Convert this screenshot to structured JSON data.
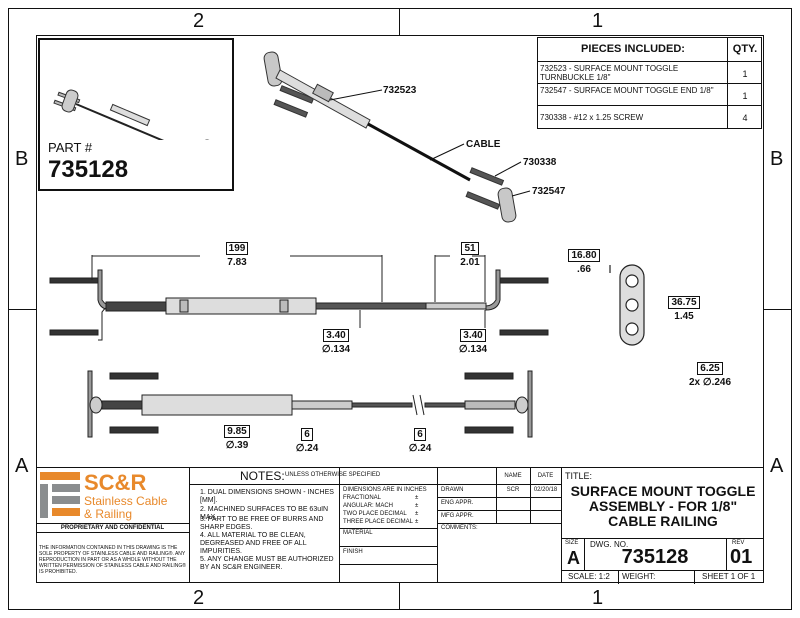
{
  "zones": {
    "top_left": "2",
    "top_right": "1",
    "left_upper": "B",
    "left_lower": "A",
    "right_upper": "B",
    "right_lower": "A",
    "bottom_left": "2",
    "bottom_right": "1"
  },
  "part_box": {
    "label": "PART #",
    "number": "735128"
  },
  "pieces": {
    "header_title": "PIECES INCLUDED:",
    "header_qty": "QTY.",
    "rows": [
      {
        "desc": "732523 - SURFACE MOUNT TOGGLE TURNBUCKLE 1/8\"",
        "qty": "1"
      },
      {
        "desc": "732547 - SURFACE MOUNT TOGGLE END 1/8\"",
        "qty": "1"
      },
      {
        "desc": "730338 - #12 x 1.25 SCREW",
        "qty": "4"
      }
    ]
  },
  "callouts": {
    "turnbuckle": "732523",
    "cable": "CABLE",
    "screw": "730338",
    "end": "732547"
  },
  "dims": {
    "d199": "199",
    "d783": "7.83",
    "d51": "51",
    "d201": "2.01",
    "d1680": "16.80",
    "d66": ".66",
    "d3675": "36.75",
    "d145": "1.45",
    "d625": "6.25",
    "d246": "2x ∅.246",
    "d340a": "3.40",
    "d134a": "∅.134",
    "d340b": "3.40",
    "d134b": "∅.134",
    "d985": "9.85",
    "d39": "∅.39",
    "d6a": "6",
    "d24a": "∅.24",
    "d6b": "6",
    "d24b": "∅.24"
  },
  "logo": {
    "mark": "SC&R",
    "line1": "Stainless Cable",
    "line2": "& Railing",
    "proprietary": "PROPRIETARY AND CONFIDENTIAL",
    "notice": "THE INFORMATION CONTAINED IN THIS DRAWING IS THE SOLE PROPERTY OF STAINLESS CABLE AND RAILING®. ANY REPRODUCTION IN PART OR AS A WHOLE WITHOUT THE WRITTEN PERMISSION OF STAINLESS CABLE AND RAILING® IS PROHIBITED."
  },
  "notes": {
    "title": "NOTES:",
    "unless": "UNLESS OTHERWISE SPECIFIED",
    "items": [
      "1. DUAL DIMENSIONS SHOWN - INCHES [MM].",
      "2. MACHINED SURFACES TO BE 63uIN MAX.",
      "3. PART TO BE FREE OF BURRS AND SHARP EDGES.",
      "4. ALL MATERIAL TO BE CLEAN, DEGREASED AND FREE OF ALL IMPURITIES.",
      "5. ANY CHANGE MUST BE AUTHORIZED BY AN SC&R ENGINEER."
    ]
  },
  "tolerances": {
    "head": "DIMENSIONS ARE IN INCHES",
    "fractional": "FRACTIONAL",
    "angular": "ANGULAR: MACH",
    "two": "TWO PLACE DECIMAL",
    "three": "THREE PLACE DECIMAL",
    "pm": "±",
    "material": "MATERIAL",
    "finish": "FINISH"
  },
  "approvals": {
    "name_h": "NAME",
    "date_h": "DATE",
    "drawn": "DRAWN",
    "drawn_name": "SCR",
    "drawn_date": "02/20/18",
    "eng": "ENG APPR.",
    "mfg": "MFG APPR.",
    "comments": "COMMENTS:"
  },
  "title_block": {
    "title_label": "TITLE:",
    "title": "SURFACE MOUNT TOGGLE ASSEMBLY - FOR 1/8\" CABLE RAILING",
    "size_label": "SIZE",
    "size": "A",
    "dwg_label": "DWG.  NO.",
    "dwg": "735128",
    "rev_label": "REV",
    "rev": "01",
    "scale": "SCALE: 1:2",
    "weight": "WEIGHT:",
    "sheet": "SHEET 1 OF 1"
  },
  "colors": {
    "logo_orange": "#e8892b",
    "logo_grey": "#8a8d8f",
    "line": "#111111"
  }
}
